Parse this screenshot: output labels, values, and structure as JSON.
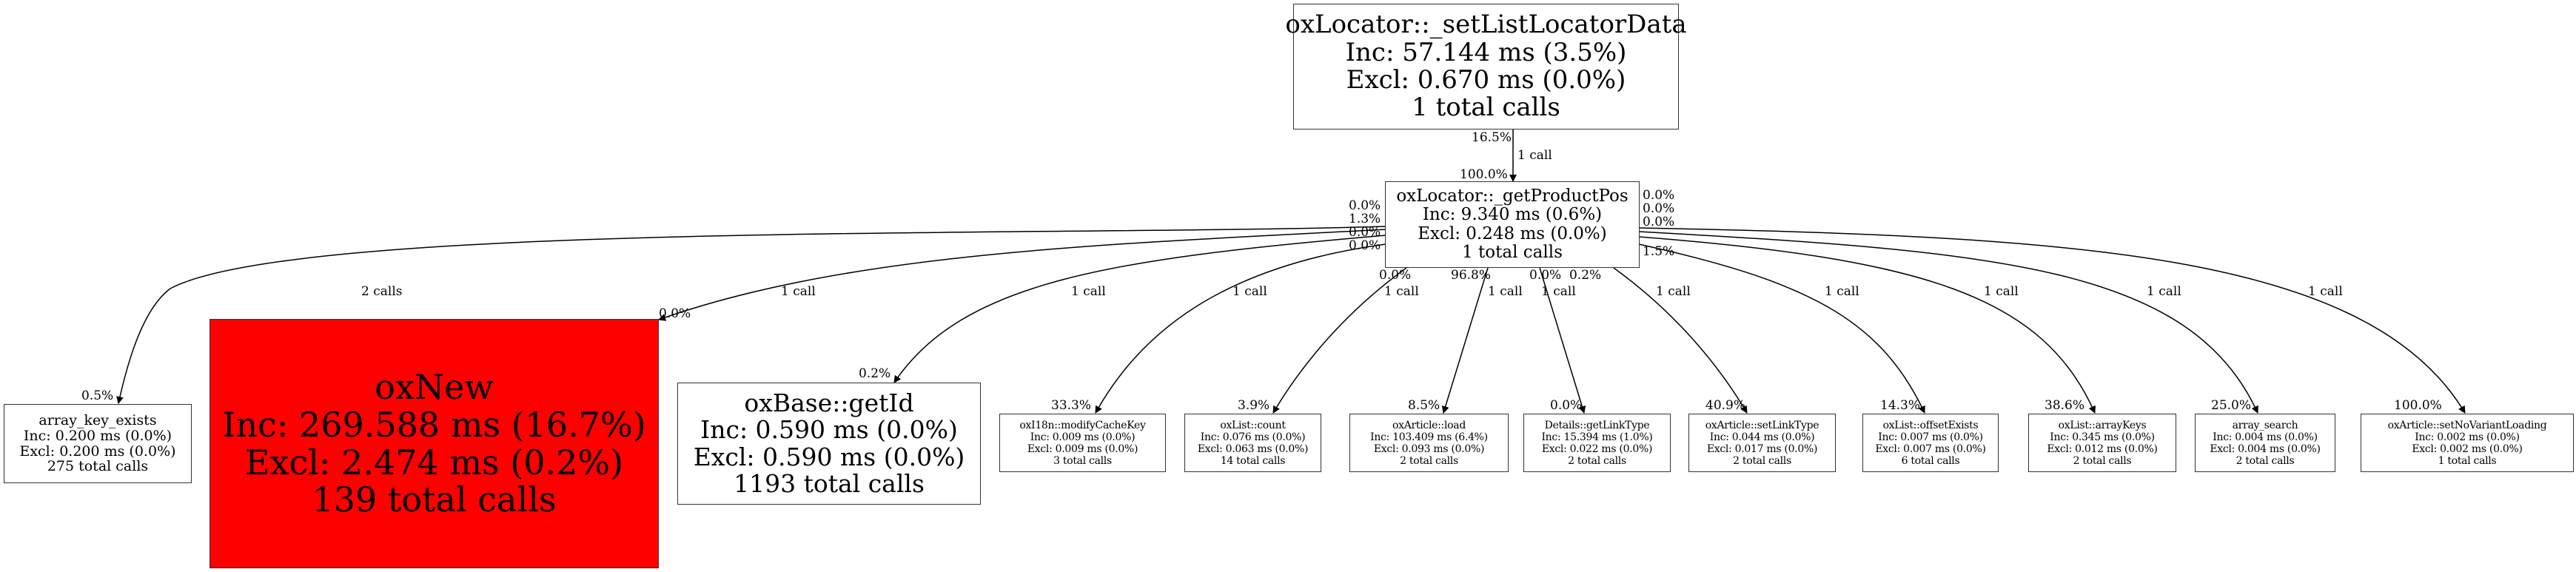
{
  "nodes": {
    "root": {
      "name": "oxLocator::_setListLocatorData",
      "inc": "Inc: 57.144 ms (3.5%)",
      "excl": "Excl: 0.670 ms (0.0%)",
      "calls": "1 total calls"
    },
    "pos": {
      "name": "oxLocator::_getProductPos",
      "inc": "Inc: 9.340 ms (0.6%)",
      "excl": "Excl: 0.248 ms (0.0%)",
      "calls": "1 total calls"
    },
    "ake": {
      "name": "array_key_exists",
      "inc": "Inc: 0.200 ms (0.0%)",
      "excl": "Excl: 0.200 ms (0.0%)",
      "calls": "275 total calls"
    },
    "oxnew": {
      "name": "oxNew",
      "inc": "Inc: 269.588 ms (16.7%)",
      "excl": "Excl: 2.474 ms (0.2%)",
      "calls": "139 total calls",
      "color": "#ff0000"
    },
    "getid": {
      "name": "oxBase::getId",
      "inc": "Inc: 0.590 ms (0.0%)",
      "excl": "Excl: 0.590 ms (0.0%)",
      "calls": "1193 total calls"
    },
    "mck": {
      "name": "oxI18n::modifyCacheKey",
      "inc": "Inc: 0.009 ms (0.0%)",
      "excl": "Excl: 0.009 ms (0.0%)",
      "calls": "3 total calls"
    },
    "count": {
      "name": "oxList::count",
      "inc": "Inc: 0.076 ms (0.0%)",
      "excl": "Excl: 0.063 ms (0.0%)",
      "calls": "14 total calls"
    },
    "load": {
      "name": "oxArticle::load",
      "inc": "Inc: 103.409 ms (6.4%)",
      "excl": "Excl: 0.093 ms (0.0%)",
      "calls": "2 total calls"
    },
    "glt": {
      "name": "Details::getLinkType",
      "inc": "Inc: 15.394 ms (1.0%)",
      "excl": "Excl: 0.022 ms (0.0%)",
      "calls": "2 total calls"
    },
    "slt": {
      "name": "oxArticle::setLinkType",
      "inc": "Inc: 0.044 ms (0.0%)",
      "excl": "Excl: 0.017 ms (0.0%)",
      "calls": "2 total calls"
    },
    "oe": {
      "name": "oxList::offsetExists",
      "inc": "Inc: 0.007 ms (0.0%)",
      "excl": "Excl: 0.007 ms (0.0%)",
      "calls": "6 total calls"
    },
    "ak": {
      "name": "oxList::arrayKeys",
      "inc": "Inc: 0.345 ms (0.0%)",
      "excl": "Excl: 0.012 ms (0.0%)",
      "calls": "2 total calls"
    },
    "as": {
      "name": "array_search",
      "inc": "Inc: 0.004 ms (0.0%)",
      "excl": "Excl: 0.004 ms (0.0%)",
      "calls": "2 total calls"
    },
    "snvl": {
      "name": "oxArticle::setNoVariantLoading",
      "inc": "Inc: 0.002 ms (0.0%)",
      "excl": "Excl: 0.002 ms (0.0%)",
      "calls": "1 total calls"
    }
  },
  "edges": {
    "root_pos": {
      "tail": "16.5%",
      "calls": "1 call",
      "head": "100.0%"
    },
    "ake": {
      "tail": "0.0%",
      "calls": "2 calls",
      "head": "0.5%"
    },
    "oxnew": {
      "tail": "1.3%",
      "calls": "1 call",
      "head": "0.0%"
    },
    "getid": {
      "tail": "0.0%",
      "calls": "1 call",
      "head": "0.2%"
    },
    "mck": {
      "tail": "0.0%",
      "calls": "1 call",
      "head": "33.3%"
    },
    "count": {
      "tail": "0.0%",
      "calls": "1 call",
      "head": "3.9%"
    },
    "load": {
      "tail": "96.8%",
      "calls": "1 call",
      "head": "8.5%"
    },
    "glt": {
      "tail": "0.0%",
      "calls": "1 call",
      "head": "0.0%"
    },
    "slt": {
      "tail": "0.2%",
      "calls": "1 call",
      "head": "40.9%"
    },
    "oe": {
      "tail": "1.5%",
      "calls": "1 call",
      "head": "14.3%"
    },
    "ak": {
      "tail": "0.0%",
      "calls": "1 call",
      "head": "38.6%"
    },
    "as": {
      "tail": "0.0%",
      "calls": "1 call",
      "head": "25.0%"
    },
    "snvl": {
      "tail": "0.0%",
      "calls": "1 call",
      "head": "100.0%"
    }
  }
}
